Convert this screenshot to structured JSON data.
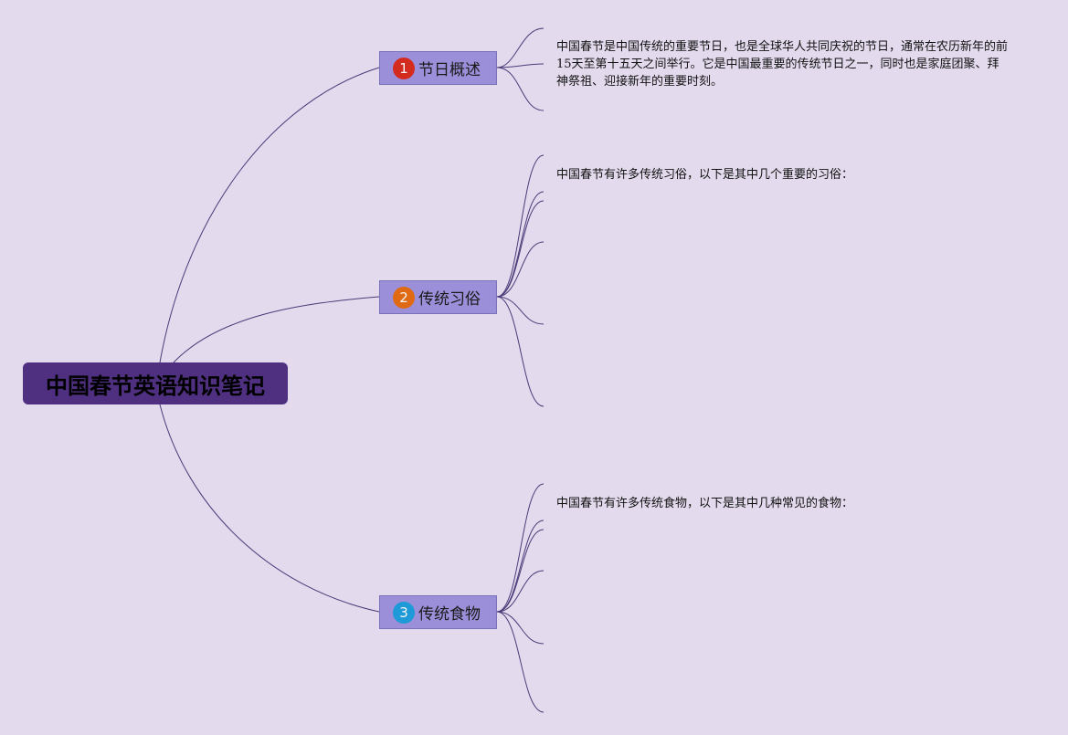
{
  "root": {
    "title": "中国春节英语知识笔记"
  },
  "branches": [
    {
      "number": "1",
      "label": "节日概述",
      "badge_color": "#d42b1f",
      "note": "中国春节是中国传统的重要节日，也是全球华人共同庆祝的节日，通常在农历新年的前15天至第十五天之间举行。它是中国最重要的传统节日之一，同时也是家庭团聚、拜神祭祖、迎接新年的重要时刻。"
    },
    {
      "number": "2",
      "label": "传统习俗",
      "badge_color": "#e06a13",
      "note": "中国春节有许多传统习俗，以下是其中几个重要的习俗："
    },
    {
      "number": "3",
      "label": "传统食物",
      "badge_color": "#1e9ad8",
      "note": "中国春节有许多传统食物，以下是其中几种常见的食物："
    }
  ],
  "colors": {
    "background": "#e3dbed",
    "root_fill": "#4f2f7f",
    "branch_fill": "#9a8fd8",
    "connector": "#4a3a78"
  }
}
